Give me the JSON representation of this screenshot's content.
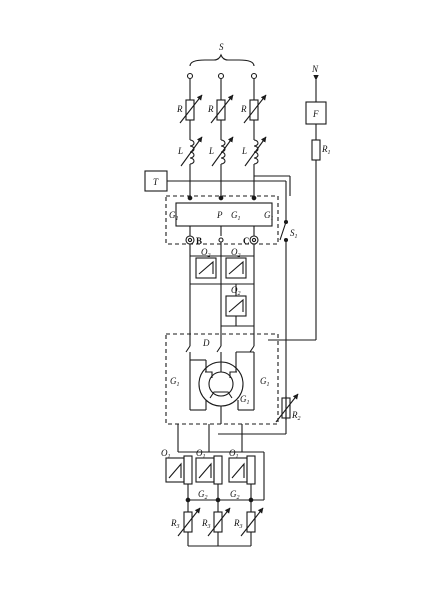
{
  "labels": {
    "S": "S",
    "N": "N",
    "F": "F",
    "R1": "R",
    "R1_sub": "1",
    "T": "T",
    "P": "P",
    "G1": "G",
    "G1_sub": "1",
    "S1": "S",
    "S1_sub": "1",
    "B": "B",
    "C": "C",
    "O1": "O",
    "O1_sub": "1",
    "O2": "O",
    "O2_sub": "2",
    "D": "D",
    "R2": "R",
    "R2_sub": "2",
    "R3": "R",
    "R3_sub": "3",
    "G2": "G",
    "G2_sub": "2",
    "R": "R",
    "L": "L"
  },
  "colors": {
    "ink": "#1a1a1a",
    "background": "#ffffff"
  }
}
